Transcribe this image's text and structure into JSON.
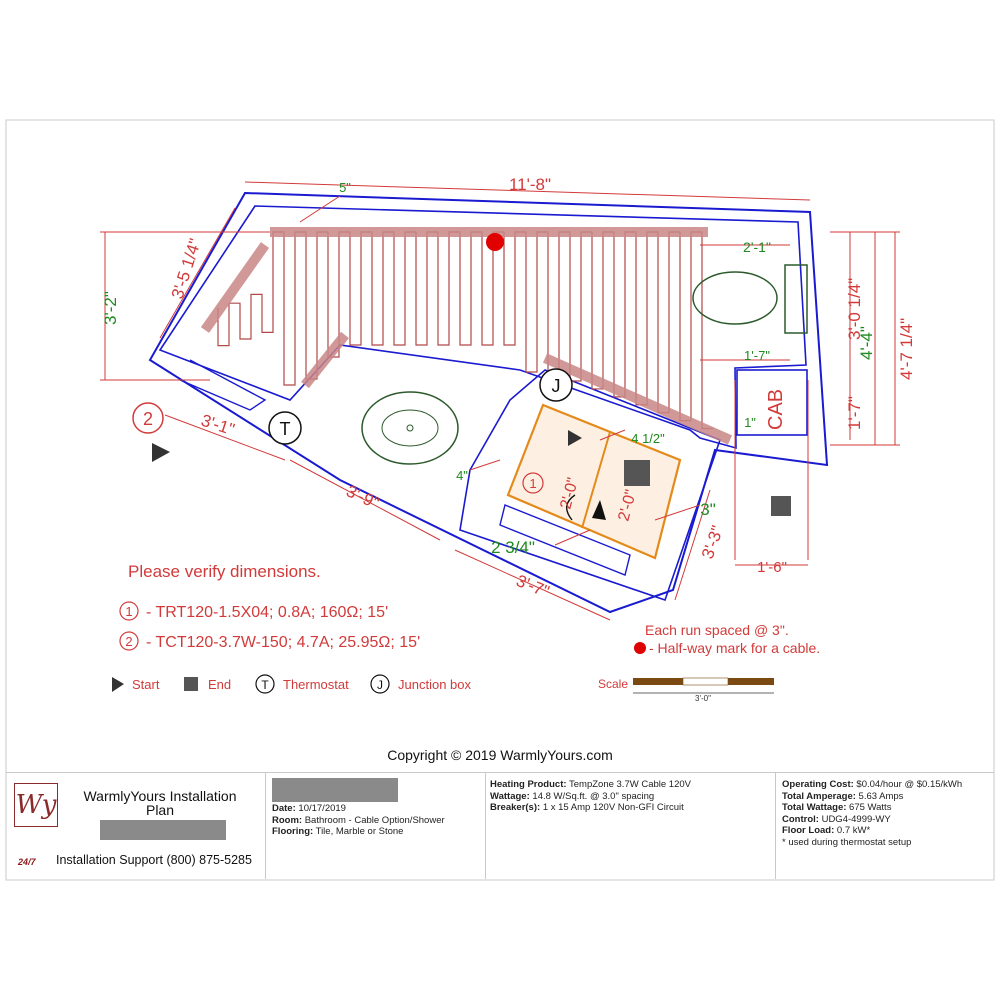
{
  "diagram": {
    "dimensions": {
      "top_length": "11'-8\"",
      "top_offset": "5\"",
      "left_outer": "3'-5 1/4\"",
      "left_inner": "3'-2\"",
      "right_offset": "2'-1\"",
      "right_a": "3'-0 1/4\"",
      "right_b": "4'-4\"",
      "right_c": "4'-7 1/4\"",
      "right_d": "1'-7\"",
      "cab_side": "1'-7\"",
      "cab_gap": "1\"",
      "cab_label": "CAB",
      "bottom_left": "3'-1\"",
      "bottom_mid": "3'-9\"",
      "shower_bottom": "3'-7\"",
      "shower_right": "3'-3\"",
      "right_bottom": "1'-6\"",
      "shower_gap_4": "4\"",
      "shower_gap_3": "3\"",
      "shower_gap_234": "2 3/4\"",
      "shower_gap_412": "4 1/2\"",
      "pad_1": "2'-0\"",
      "pad_2": "2'-0\""
    },
    "markers": {
      "circuit_2": "2",
      "circuit_1": "1",
      "thermostat": "T",
      "junction": "J"
    }
  },
  "notes": {
    "verify": "Please verify dimensions.",
    "circuit1_num": "1",
    "circuit1_text": "- TRT120-1.5X04; 0.8A; 160Ω; 15'",
    "circuit2_num": "2",
    "circuit2_text": "- TCT120-3.7W-150; 4.7A; 25.95Ω; 15'",
    "spacing": "Each run spaced @ 3\".",
    "halfway": "- Half-way mark for a cable."
  },
  "legend": {
    "start": "Start",
    "end": "End",
    "thermostat_symbol": "T",
    "thermostat": "Thermostat",
    "junction_symbol": "J",
    "junction": "Junction box",
    "scale_label": "Scale",
    "scale_value": "3'-0\""
  },
  "copyright": "Copyright © 2019 WarmlyYours.com",
  "titleblock": {
    "logo_text": "Wy",
    "brand_title": "WarmlyYours Installation Plan",
    "support_badge": "24/7",
    "support_text": "Installation Support (800) 875-5285",
    "project": {
      "date_label": "Date:",
      "date": "10/17/2019",
      "room_label": "Room:",
      "room": "Bathroom - Cable Option/Shower",
      "flooring_label": "Flooring:",
      "flooring": "Tile, Marble or Stone"
    },
    "product": {
      "heating_label": "Heating Product:",
      "heating": "TempZone 3.7W Cable 120V",
      "wattage_label": "Wattage:",
      "wattage": "14.8 W/Sq.ft. @ 3.0\" spacing",
      "breaker_label": "Breaker(s):",
      "breaker": "1 x 15 Amp 120V Non-GFI Circuit"
    },
    "specs": {
      "cost_label": "Operating Cost:",
      "cost": "$0.04/hour @ $0.15/kWh",
      "amperage_label": "Total Amperage:",
      "amperage": "5.63 Amps",
      "watts_label": "Total Wattage:",
      "watts": "675 Watts",
      "control_label": "Control:",
      "control": "UDG4-4999-WY",
      "load_label": "Floor Load:",
      "load": "0.7 kW*",
      "footnote": "* used during thermostat setup"
    }
  },
  "colors": {
    "wall": "#1a1ad0",
    "dimension": "#d23a3a",
    "green_dim": "#1f8a1f",
    "cable": "#b24848",
    "pad": "#e48a1a",
    "halfway": "#e00000"
  }
}
